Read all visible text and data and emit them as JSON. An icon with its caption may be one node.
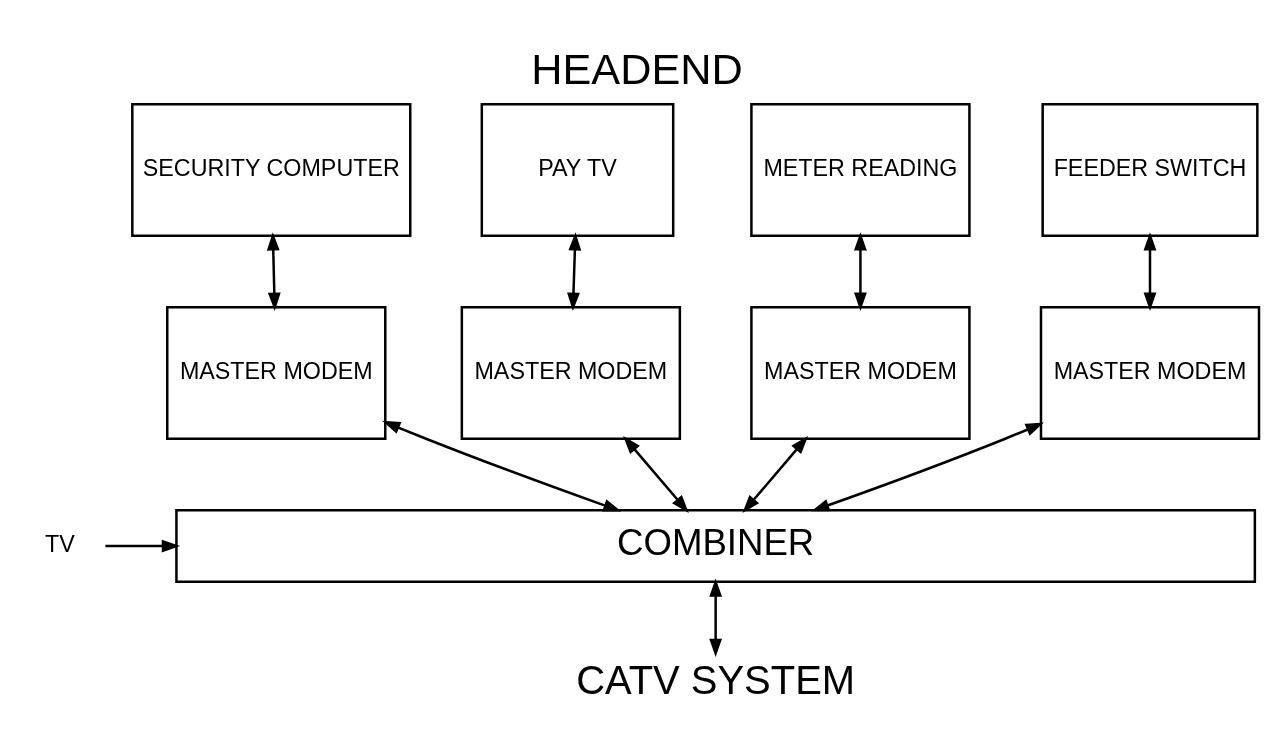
{
  "diagram": {
    "title": "HEADEND",
    "nodes": [
      {
        "text": [
          "SECURITY COMPUTER"
        ]
      },
      {
        "text": [
          "PAY TV"
        ]
      },
      {
        "text": [
          "METER READING"
        ]
      },
      {
        "text": [
          "FEEDER SWITCH"
        ]
      },
      {
        "text": [
          "MASTER MODEM"
        ]
      },
      {
        "text": [
          "MASTER MODEM"
        ]
      },
      {
        "text": [
          "MASTER MODEM"
        ]
      },
      {
        "text": [
          "MASTER MODEM"
        ]
      },
      {
        "text": [
          "COMBINER"
        ]
      },
      {
        "text": [
          "TV"
        ]
      },
      {
        "text": [
          "CATV SYSTEM"
        ]
      }
    ],
    "edges": [
      {
        "from": 0,
        "to": 4,
        "arrow": "both"
      },
      {
        "from": 1,
        "to": 5,
        "arrow": "both"
      },
      {
        "from": 2,
        "to": 6,
        "arrow": "both"
      },
      {
        "from": 3,
        "to": 7,
        "arrow": "both"
      },
      {
        "from": 4,
        "to": 8,
        "arrow": "both"
      },
      {
        "from": 5,
        "to": 8,
        "arrow": "both"
      },
      {
        "from": 6,
        "to": 8,
        "arrow": "both"
      },
      {
        "from": 7,
        "to": 8,
        "arrow": "both"
      },
      {
        "from": 9,
        "to": 8,
        "arrow": "to"
      },
      {
        "from": 8,
        "to": 10,
        "arrow": "both"
      }
    ]
  }
}
